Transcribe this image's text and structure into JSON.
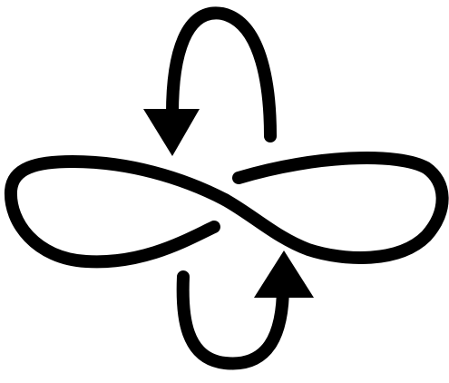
{
  "diagram": {
    "type": "knot-diagram",
    "description_visible_text": "",
    "colors": {
      "background": "#ffffff",
      "stroke": "#000000"
    },
    "components": {
      "horizontal_loop": "figure-eight",
      "top_arc": "arc-with-downward-arrow",
      "bottom_arc": "arc-with-upward-arrow"
    },
    "arrows": [
      {
        "name": "top-arrow",
        "direction": "down"
      },
      {
        "name": "bottom-arrow",
        "direction": "up"
      }
    ]
  }
}
